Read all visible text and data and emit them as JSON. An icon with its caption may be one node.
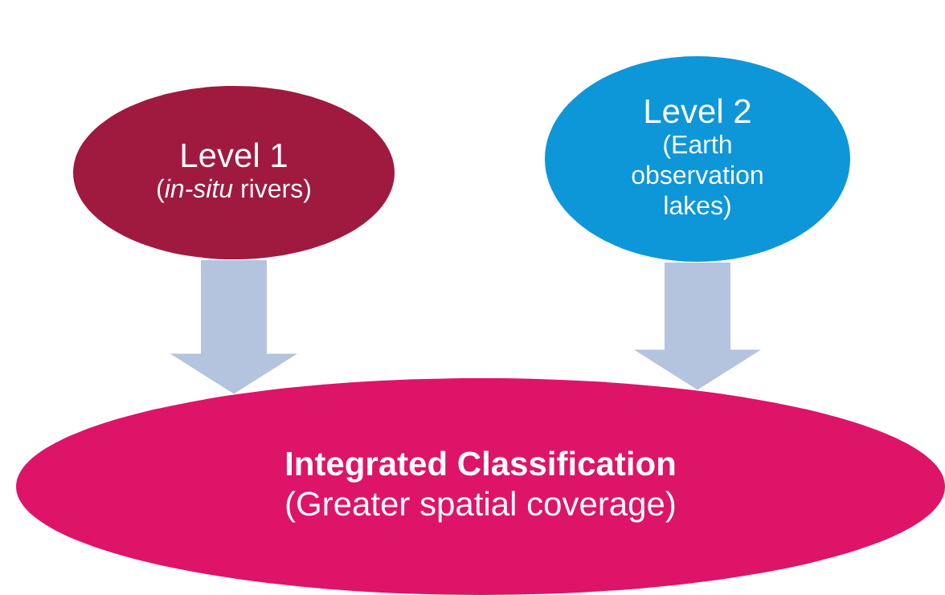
{
  "diagram": {
    "nodes": [
      {
        "text": [
          "Level 1",
          "(*in-situ* rivers)"
        ]
      },
      {
        "text": [
          "Level 2",
          "(Earth observation lakes)"
        ]
      },
      {
        "text": [
          "Integrated Classification",
          "(Greater spatial coverage)"
        ]
      }
    ],
    "edges": [
      {
        "from": 0,
        "to": 2,
        "arrow": "to"
      },
      {
        "from": 1,
        "to": 2,
        "arrow": "to"
      }
    ]
  }
}
